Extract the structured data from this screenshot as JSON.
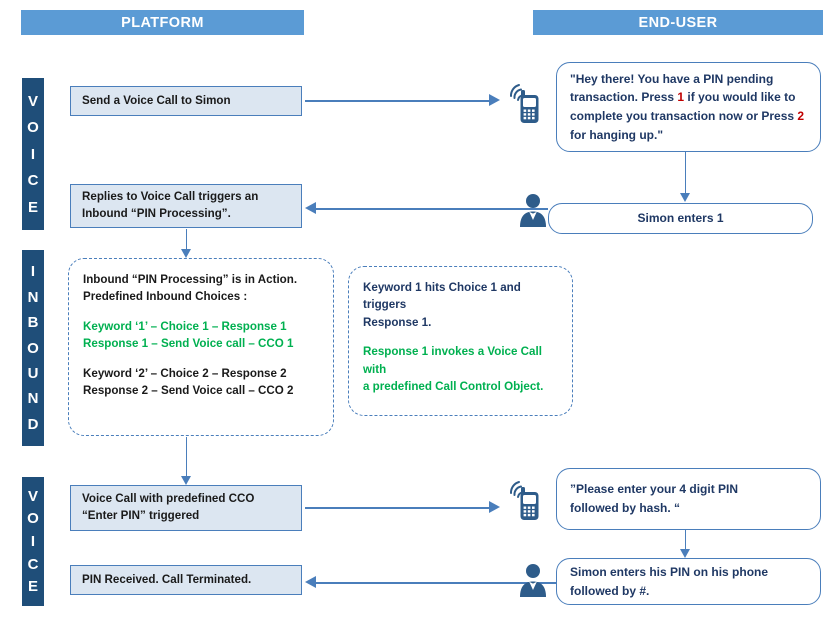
{
  "columns": {
    "platform": "PLATFORM",
    "enduser": "END-USER"
  },
  "stages": {
    "voice_top": "VOICE",
    "inbound": "INBOUND",
    "voice_bottom": "VOICE"
  },
  "platform_boxes": {
    "send_call": "Send a Voice Call to Simon",
    "replies_line1": "Replies to Voice Call triggers an",
    "replies_line2": "Inbound “PIN Processing”.",
    "voice_cco_line1": "Voice Call with predefined CCO",
    "voice_cco_line2": "“Enter PIN” triggered",
    "pin_received": "PIN Received. Call Terminated."
  },
  "inbound_panel": {
    "heading_line1": "Inbound “PIN Processing” is in Action.",
    "heading_line2": "Predefined Inbound Choices :",
    "choice1_line1": "Keyword ‘1’ – Choice 1 – Response 1",
    "choice1_line2": "Response 1 – Send Voice call  – CCO 1",
    "choice2_line1": "Keyword ‘2’ –  Choice 2 – Response 2",
    "choice2_line2": "Response 2 – Send Voice call  – CCO 2"
  },
  "keyword_note": {
    "line1": "Keyword 1 hits Choice 1 and triggers",
    "line2": "Response 1.",
    "green_line1": "Response 1 invokes a Voice Call with",
    "green_line2": "a predefined Call Control Object."
  },
  "bubbles": {
    "greeting": {
      "seg1": "\"Hey there!  You have a  PIN pending transaction. Press ",
      "key1": "1",
      "seg2": " if you would like to complete you transaction now or Press ",
      "key2": "2",
      "seg3": " for hanging up.\""
    },
    "enters_1": "Simon enters 1",
    "enter_pin_line1": "”Please enter your 4 digit PIN",
    "enter_pin_line2": "followed by hash. “",
    "pin_done_line1": "Simon enters his PIN on his phone",
    "pin_done_line2": "followed by #."
  },
  "icons": {
    "phone": "mobile-phone-icon",
    "person": "businessman-icon"
  },
  "colors": {
    "header_blue": "#5B9BD5",
    "stage_navy": "#1F4E79",
    "box_fill": "#DCE6F1",
    "line_blue": "#4A7EBB",
    "text_navy": "#1F3864",
    "green": "#00B050",
    "red": "#C00000"
  }
}
